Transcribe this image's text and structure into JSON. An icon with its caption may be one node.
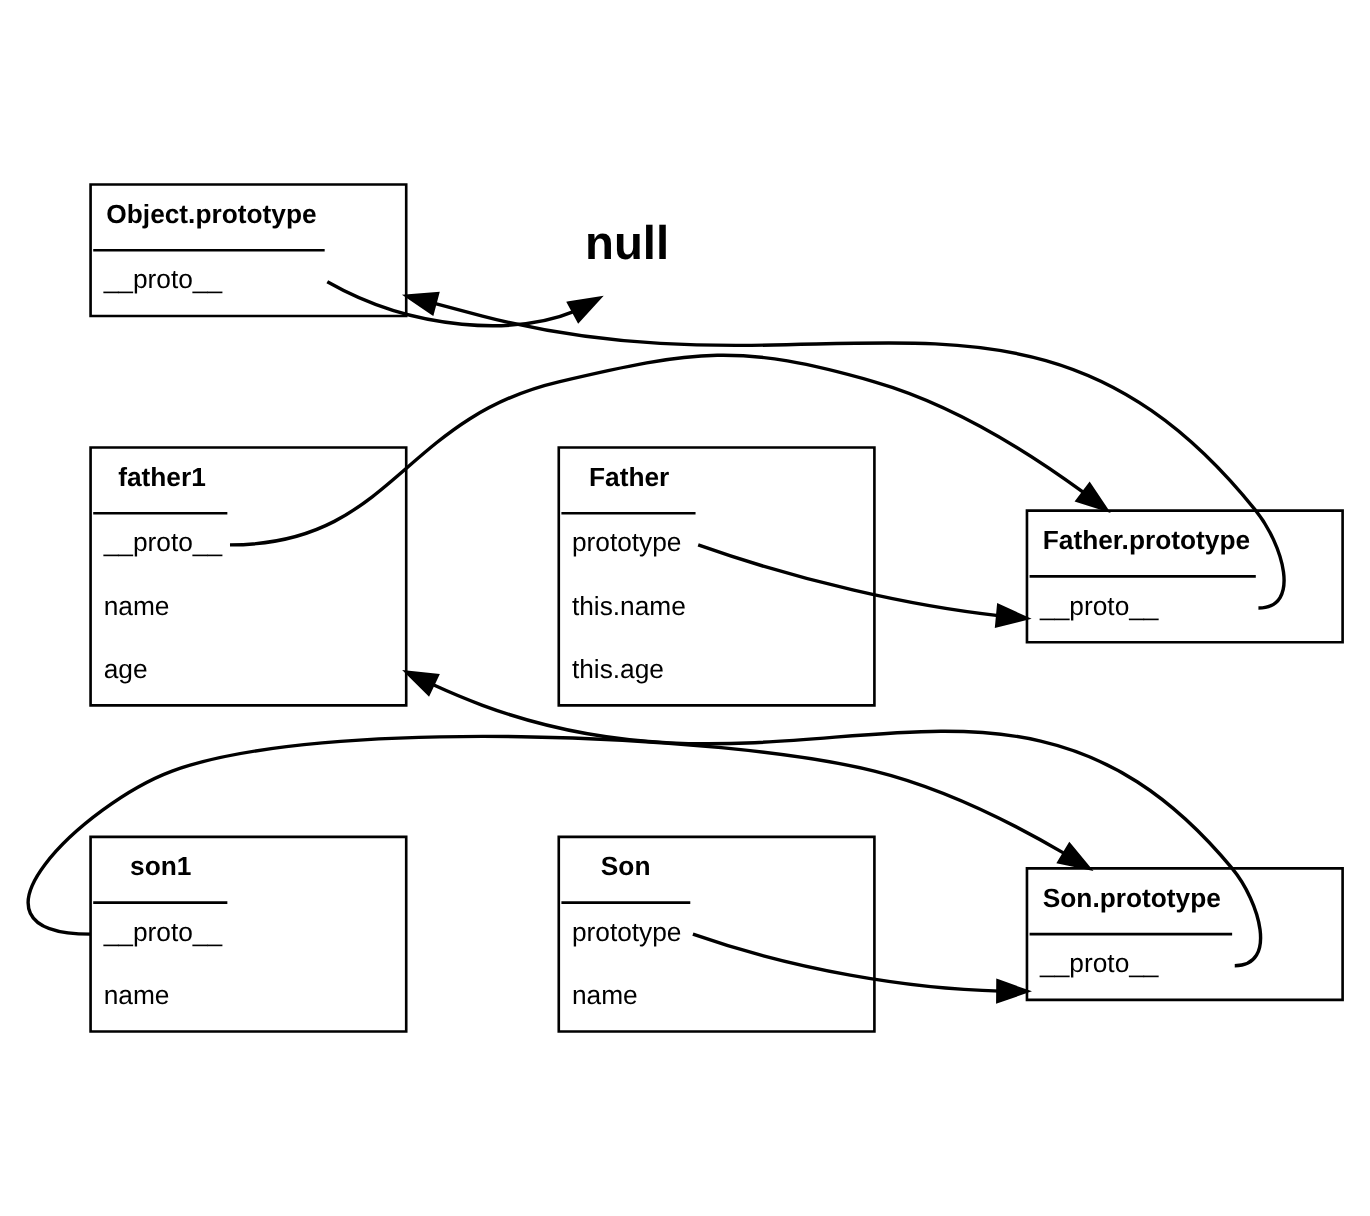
{
  "diagram": {
    "nodes": [
      {
        "text": [
          "Object.prototype",
          "__proto__"
        ]
      },
      {
        "text": [
          "null"
        ]
      },
      {
        "text": [
          "father1",
          "__proto__",
          "name",
          "age"
        ]
      },
      {
        "text": [
          "Father",
          "prototype",
          "this.name",
          "this.age"
        ]
      },
      {
        "text": [
          "Father.prototype",
          "__proto__"
        ]
      },
      {
        "text": [
          "son1",
          "__proto__",
          "name"
        ]
      },
      {
        "text": [
          "Son",
          "prototype",
          "name"
        ]
      },
      {
        "text": [
          "Son.prototype",
          "__proto__"
        ]
      }
    ],
    "edges": [
      {
        "from": 0,
        "to": 1,
        "arrow": "to"
      },
      {
        "from": 2,
        "to": 4,
        "arrow": "to"
      },
      {
        "from": 3,
        "to": 4,
        "arrow": "to"
      },
      {
        "from": 4,
        "to": 0,
        "arrow": "to"
      },
      {
        "from": 5,
        "to": 7,
        "arrow": "to"
      },
      {
        "from": 6,
        "to": 7,
        "arrow": "to"
      },
      {
        "from": 7,
        "to": 2,
        "arrow": "to"
      }
    ]
  }
}
